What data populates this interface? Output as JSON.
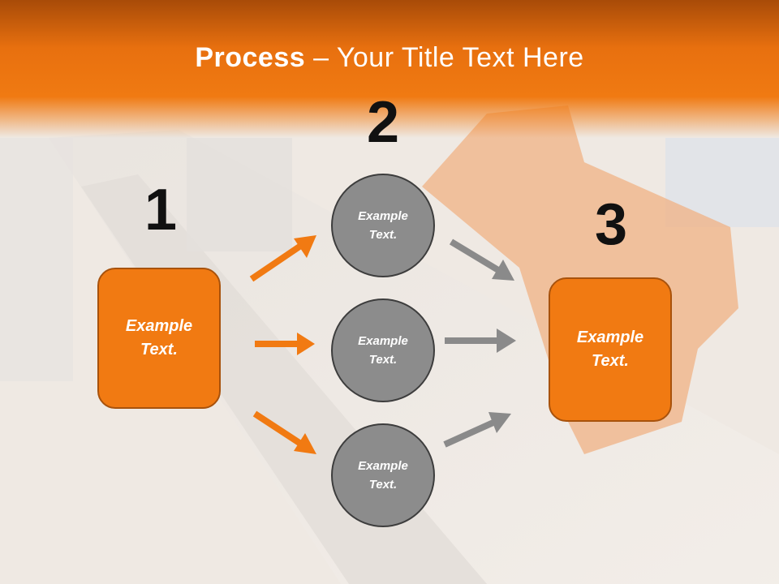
{
  "slide": {
    "title_bold": "Process",
    "title_rest": " – Your Title Text Here",
    "step_numbers": [
      "1",
      "2",
      "3"
    ],
    "left_box": {
      "line1": "Example",
      "line2": "Text."
    },
    "right_box": {
      "line1": "Example",
      "line2": "Text."
    },
    "circles": [
      {
        "line1": "Example",
        "line2": "Text."
      },
      {
        "line1": "Example",
        "line2": "Text."
      },
      {
        "line1": "Example",
        "line2": "Text."
      }
    ]
  },
  "colors": {
    "accent_orange": "#f17a12",
    "circle_gray": "#8c8c8c",
    "arrow_gray": "#8a8a8a",
    "text_dark": "#111111"
  }
}
